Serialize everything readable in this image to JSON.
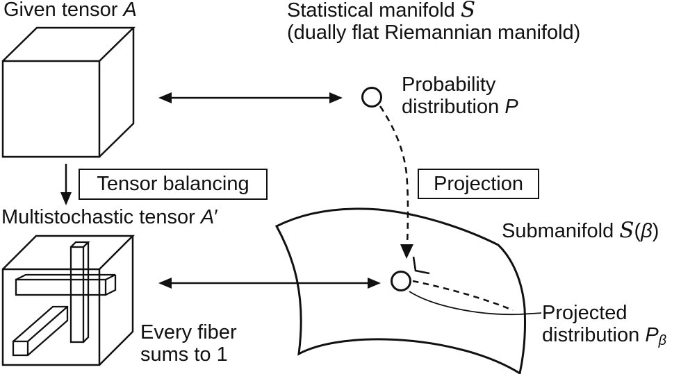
{
  "colors": {
    "ink": "#111111",
    "background": "#ffffff"
  },
  "labels": {
    "given_tensor": {
      "text": "Given tensor ",
      "var": "A"
    },
    "statistical_manifold": {
      "line1": "Statistical manifold ",
      "symbol": "S",
      "line2": "(dually flat Riemannian manifold)"
    },
    "probability": {
      "line1": "Probability",
      "line2": "distribution ",
      "var": "P"
    },
    "tensor_balancing": {
      "label": "Tensor balancing"
    },
    "projection": {
      "label": "Projection"
    },
    "multistochastic": {
      "text": "Multistochastic tensor ",
      "var": "A",
      "prime": "′"
    },
    "every_fiber": {
      "line1": "Every fiber",
      "line2": "sums to 1"
    },
    "submanifold": {
      "text": "Submanifold ",
      "symbol": "S",
      "open": "(",
      "beta": "β",
      "close": ")"
    },
    "projected": {
      "line1": "Projected",
      "line2": "distribution ",
      "var": "P",
      "sub": "β"
    }
  }
}
